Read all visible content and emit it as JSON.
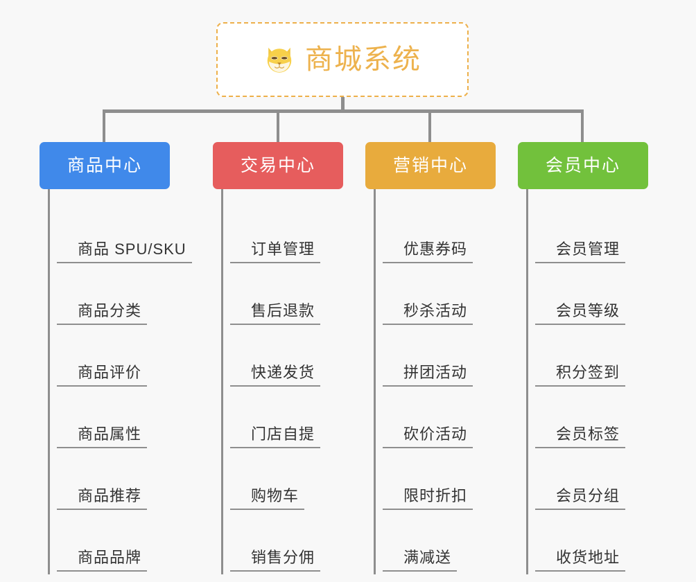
{
  "diagram": {
    "title": "商城系统",
    "root": {
      "label": "商城系统",
      "icon": "shiba-dog-icon",
      "text_color": "#edb24d",
      "border_color": "#edb04a",
      "background": "#ffffff"
    },
    "connector_color": "#8e8e8e",
    "canvas_background": "#f8f8f8",
    "branches": [
      {
        "label": "商品中心",
        "color": "#4089ea",
        "items": [
          {
            "label": "商品 SPU/SKU"
          },
          {
            "label": "商品分类"
          },
          {
            "label": "商品评价"
          },
          {
            "label": "商品属性"
          },
          {
            "label": "商品推荐"
          },
          {
            "label": "商品品牌"
          }
        ]
      },
      {
        "label": "交易中心",
        "color": "#e65d5d",
        "items": [
          {
            "label": "订单管理"
          },
          {
            "label": "售后退款"
          },
          {
            "label": "快递发货"
          },
          {
            "label": "门店自提"
          },
          {
            "label": "购物车"
          },
          {
            "label": "销售分佣"
          }
        ]
      },
      {
        "label": "营销中心",
        "color": "#e8ab3d",
        "items": [
          {
            "label": "优惠券码"
          },
          {
            "label": "秒杀活动"
          },
          {
            "label": "拼团活动"
          },
          {
            "label": "砍价活动"
          },
          {
            "label": "限时折扣"
          },
          {
            "label": "满减送"
          }
        ]
      },
      {
        "label": "会员中心",
        "color": "#72c13c",
        "items": [
          {
            "label": "会员管理"
          },
          {
            "label": "会员等级"
          },
          {
            "label": "积分签到"
          },
          {
            "label": "会员标签"
          },
          {
            "label": "会员分组"
          },
          {
            "label": "收货地址"
          }
        ]
      }
    ]
  }
}
